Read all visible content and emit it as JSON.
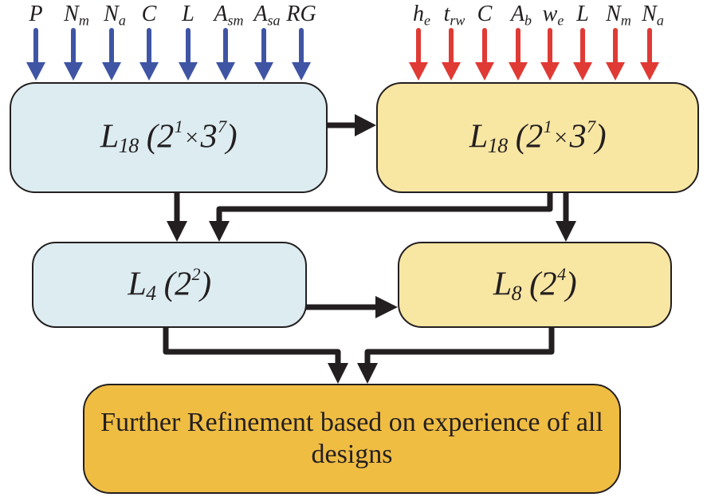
{
  "colors": {
    "input_arrow_left": "#3f55a4",
    "input_arrow_right": "#e03a35",
    "flow_arrow": "#231f20",
    "box_blue": "#dcecf0",
    "box_yellow": "#f8e6a3",
    "box_orange": "#f0bd43"
  },
  "left_inputs": [
    {
      "base": "P",
      "sub": ""
    },
    {
      "base": "N",
      "sub": "m"
    },
    {
      "base": "N",
      "sub": "a"
    },
    {
      "base": "C",
      "sub": ""
    },
    {
      "base": "L",
      "sub": ""
    },
    {
      "base": "A",
      "sub": "sm"
    },
    {
      "base": "A",
      "sub": "sa"
    },
    {
      "base": "RG",
      "sub": ""
    }
  ],
  "right_inputs": [
    {
      "base": "h",
      "sub": "e"
    },
    {
      "base": "t",
      "sub": "rw"
    },
    {
      "base": "C",
      "sub": ""
    },
    {
      "base": "A",
      "sub": "b"
    },
    {
      "base": "w",
      "sub": "e"
    },
    {
      "base": "L",
      "sub": ""
    },
    {
      "base": "N",
      "sub": "m"
    },
    {
      "base": "N",
      "sub": "a"
    }
  ],
  "boxes": {
    "blue_l18": {
      "L": "L",
      "sub": "18",
      "open": "(",
      "b1": "2",
      "e1": "1",
      "times": "×",
      "b2": "3",
      "e2": "7",
      "close": ")"
    },
    "yellow_l18": {
      "L": "L",
      "sub": "18",
      "open": "(",
      "b1": "2",
      "e1": "1",
      "times": "×",
      "b2": "3",
      "e2": "7",
      "close": ")"
    },
    "blue_l4": {
      "L": "L",
      "sub": "4",
      "open": "(",
      "b1": "2",
      "e1": "2",
      "close": ")"
    },
    "yellow_l8": {
      "L": "L",
      "sub": "8",
      "open": "(",
      "b1": "2",
      "e1": "4",
      "close": ")"
    },
    "refinement": {
      "text": "Further Refinement based on experience of all designs"
    }
  },
  "connections": [
    {
      "from": "blue_l18",
      "to": "yellow_l18"
    },
    {
      "from": "blue_l18",
      "to": "blue_l4"
    },
    {
      "from": "yellow_l18",
      "to": "blue_l4"
    },
    {
      "from": "yellow_l18",
      "to": "yellow_l8"
    },
    {
      "from": "blue_l4",
      "to": "yellow_l8"
    },
    {
      "from": "blue_l4",
      "to": "refinement"
    },
    {
      "from": "yellow_l8",
      "to": "refinement"
    }
  ]
}
